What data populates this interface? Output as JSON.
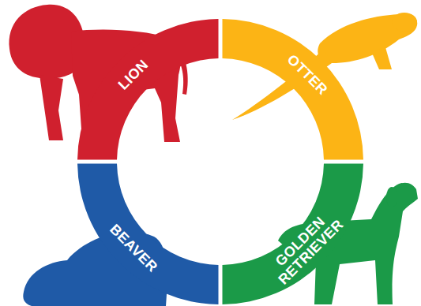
{
  "diagram": {
    "nodes": [
      {
        "text": [
          "LION"
        ]
      },
      {
        "text": [
          "OTTER"
        ]
      },
      {
        "text": [
          "BEAVER"
        ]
      },
      {
        "text": [
          "GOLDEN RETRIEVER"
        ]
      }
    ]
  }
}
